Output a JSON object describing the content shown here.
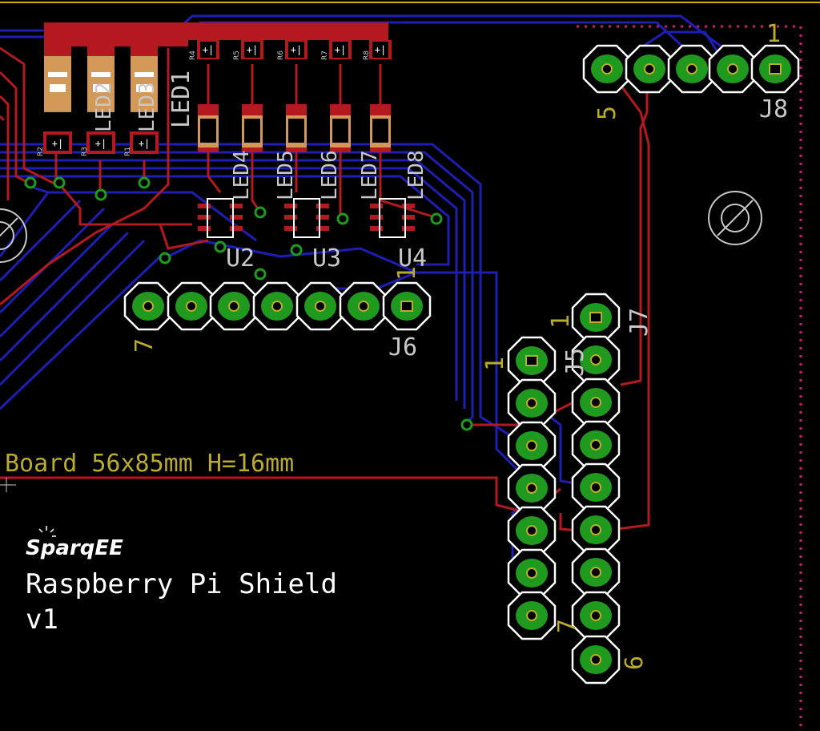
{
  "board": {
    "dimension_text": "Board 56x85mm H=16mm",
    "brand": "SparqEE",
    "product": "Raspberry Pi Shield",
    "version": "v1"
  },
  "components": {
    "leds_top": [
      "LED1",
      "LED2",
      "LED3"
    ],
    "leds_mid": [
      "LED4",
      "LED5",
      "LED6",
      "LED7",
      "LED8"
    ],
    "resistors_top": [
      "R4",
      "R5",
      "R6",
      "R7",
      "R8"
    ],
    "resistors_mid": [
      "R2",
      "R3",
      "R1"
    ],
    "ics": [
      "U2",
      "U3",
      "U4"
    ]
  },
  "headers": {
    "j8": {
      "name": "J8",
      "pin_first": "1",
      "pin_last": "5"
    },
    "j6": {
      "name": "J6",
      "pin_first": "1",
      "pin_last": "7"
    },
    "j5": {
      "name": "J5",
      "pin_first": "1",
      "pin_last": "7"
    },
    "j7": {
      "name": "J7",
      "pin_first": "1",
      "pin_last": "9"
    }
  },
  "colors": {
    "background": "#000000",
    "top_copper": "#b3191f",
    "bottom_copper": "#1e1eb4",
    "pad": "#1f9a1f",
    "silk": "#c8c8c8",
    "silk_names": "#b9ab2e",
    "outline": "#c8b400",
    "dimension_line": "#c81e78"
  }
}
